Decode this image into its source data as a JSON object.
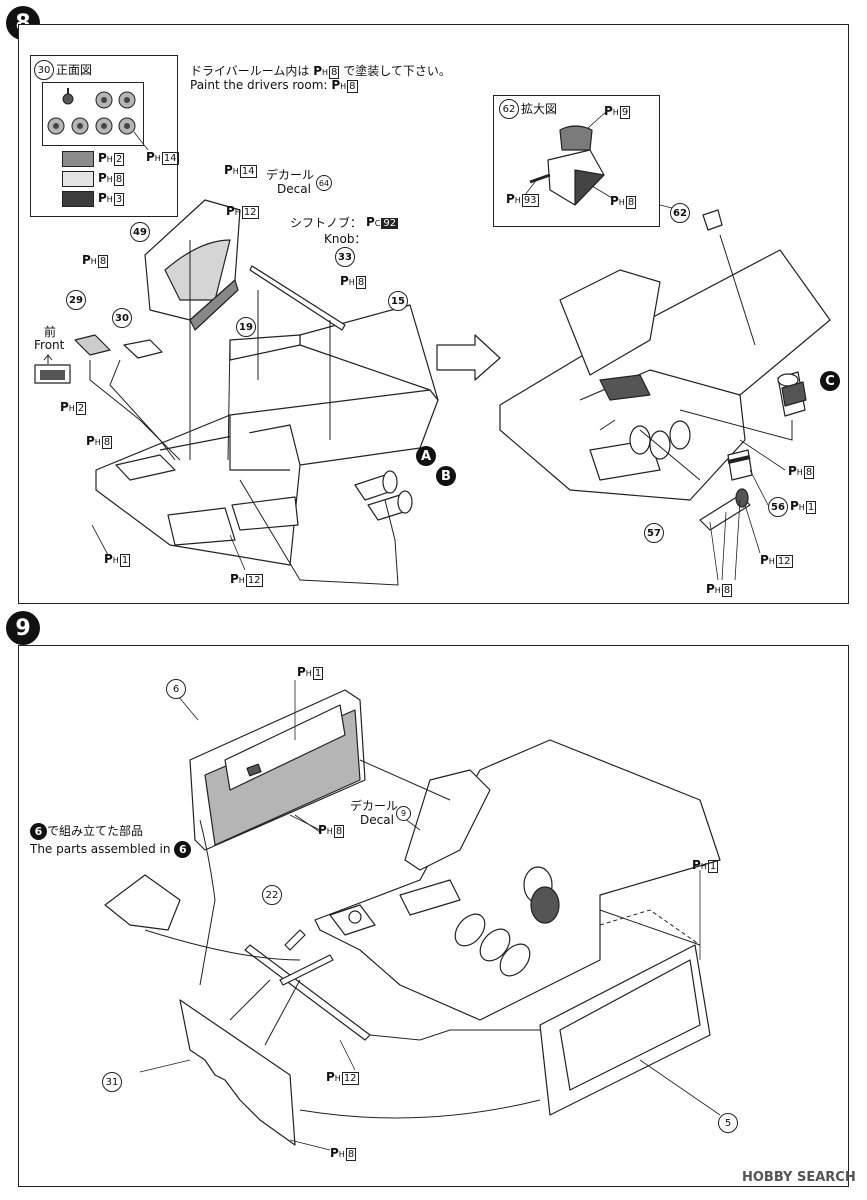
{
  "step8": {
    "number": "8",
    "front_view": {
      "num": "30",
      "title": "正面図"
    },
    "instruction_jp": "ドライバールーム内は",
    "instruction_jp2": "で塗装して下さい。",
    "instruction_en": "Paint the drivers room:",
    "zoom": {
      "num": "62",
      "title": "拡大図"
    },
    "decal_jp": "デカール",
    "decal_en": "Decal",
    "decal_num": "64",
    "knob_jp": "シフトノブ：",
    "knob_en": "Knob：",
    "front_jp": "前",
    "front_en": "Front",
    "parts": [
      "49",
      "29",
      "30",
      "19",
      "33",
      "15",
      "62",
      "56",
      "57"
    ],
    "letters": [
      "A",
      "B",
      "C"
    ]
  },
  "step9": {
    "number": "9",
    "assembled_jp": "で組み立てた部品",
    "assembled_en": "The parts assembled in",
    "assembled_ref": "6",
    "decal_jp": "デカール",
    "decal_en": "Decal",
    "decal_num": "9",
    "parts": [
      "6",
      "22",
      "31",
      "5"
    ]
  },
  "paint": {
    "P": "P",
    "H": "H",
    "C": "C",
    "c1": "1",
    "c2": "2",
    "c3": "3",
    "c8": "8",
    "c9": "9",
    "c12": "12",
    "c14": "14",
    "c92": "92",
    "c93": "93"
  },
  "watermark": "HOBBY SEARCH",
  "colors": {
    "mid_gray": "#8c8c8c",
    "light_gray": "#e4e4e4",
    "dark_gray": "#3c3c3c"
  }
}
